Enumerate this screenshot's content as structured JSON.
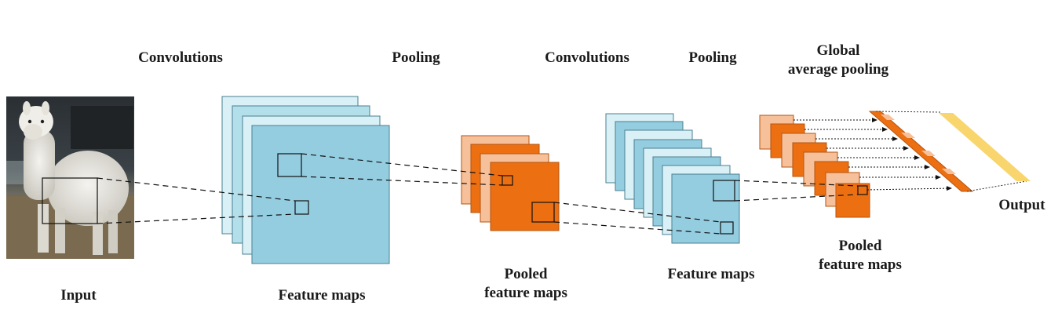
{
  "labels": {
    "input": "Input",
    "convolutions_1": "Convolutions",
    "pooling_1": "Pooling",
    "feature_maps_1": "Feature maps",
    "pooled_feature_maps_1": [
      "Pooled",
      "feature maps"
    ],
    "convolutions_2": "Convolutions",
    "pooling_2": "Pooling",
    "feature_maps_2": "Feature maps",
    "global_average_pooling": [
      "Global",
      "average pooling"
    ],
    "pooled_feature_maps_2": [
      "Pooled",
      "feature maps"
    ],
    "output": "Output"
  },
  "colors": {
    "feature_map_blue": "#95cde0",
    "feature_map_light_blue": "#d9f0f6",
    "pooled_orange": "#ec6f12",
    "pooled_light_orange": "#f6c09a",
    "output_yellow": "#f8d56d",
    "line": "#222222"
  },
  "icons": {
    "input_image": "alpaca-photo"
  }
}
